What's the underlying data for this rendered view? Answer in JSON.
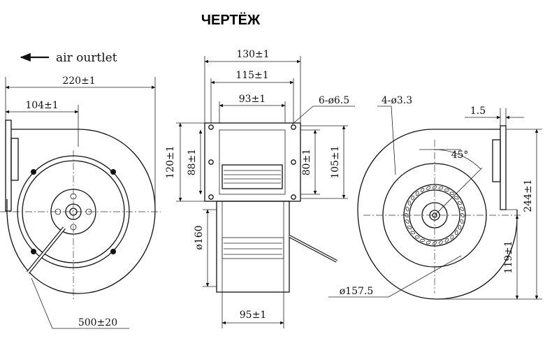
{
  "title": "ЧЕРТЁЖ",
  "air_outlet": "air ourtlet",
  "left_view": {
    "overall_width": "220±1",
    "outlet_offset": "104±1",
    "cable_length": "500±20"
  },
  "middle_view": {
    "width_130": "130±1",
    "width_115": "115±1",
    "width_93": "93±1",
    "holes": "6-ø6.5",
    "height_120": "120±1",
    "height_88": "88±1",
    "height_80": "80±1",
    "height_105": "105±1",
    "diameter_160": "ø160",
    "bottom_width": "95±1"
  },
  "right_view": {
    "screw_holes": "4-ø3.3",
    "flange_thickness": "1.5",
    "angle": "45°",
    "height_244": "244±1",
    "height_119": "119±1",
    "diameter_157": "ø157.5"
  }
}
